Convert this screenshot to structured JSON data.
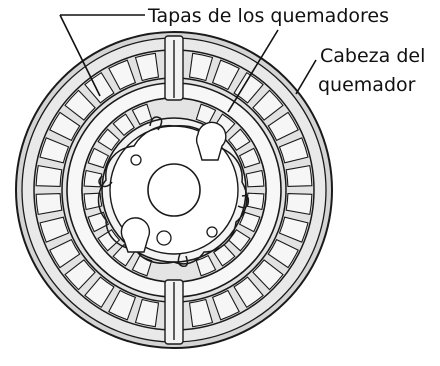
{
  "labels": {
    "burner_caps": "Tapas de los quemadores",
    "burner_head_line1": "Cabeza del",
    "burner_head_line2": "quemador"
  },
  "colors": {
    "stroke": "#1a1a1a",
    "base_fill": "#e6e6e6",
    "rim_fill": "#d4d4d4",
    "port_fill": "#f6f6f6",
    "cap_fill": "#ffffff",
    "text": "#111111"
  }
}
